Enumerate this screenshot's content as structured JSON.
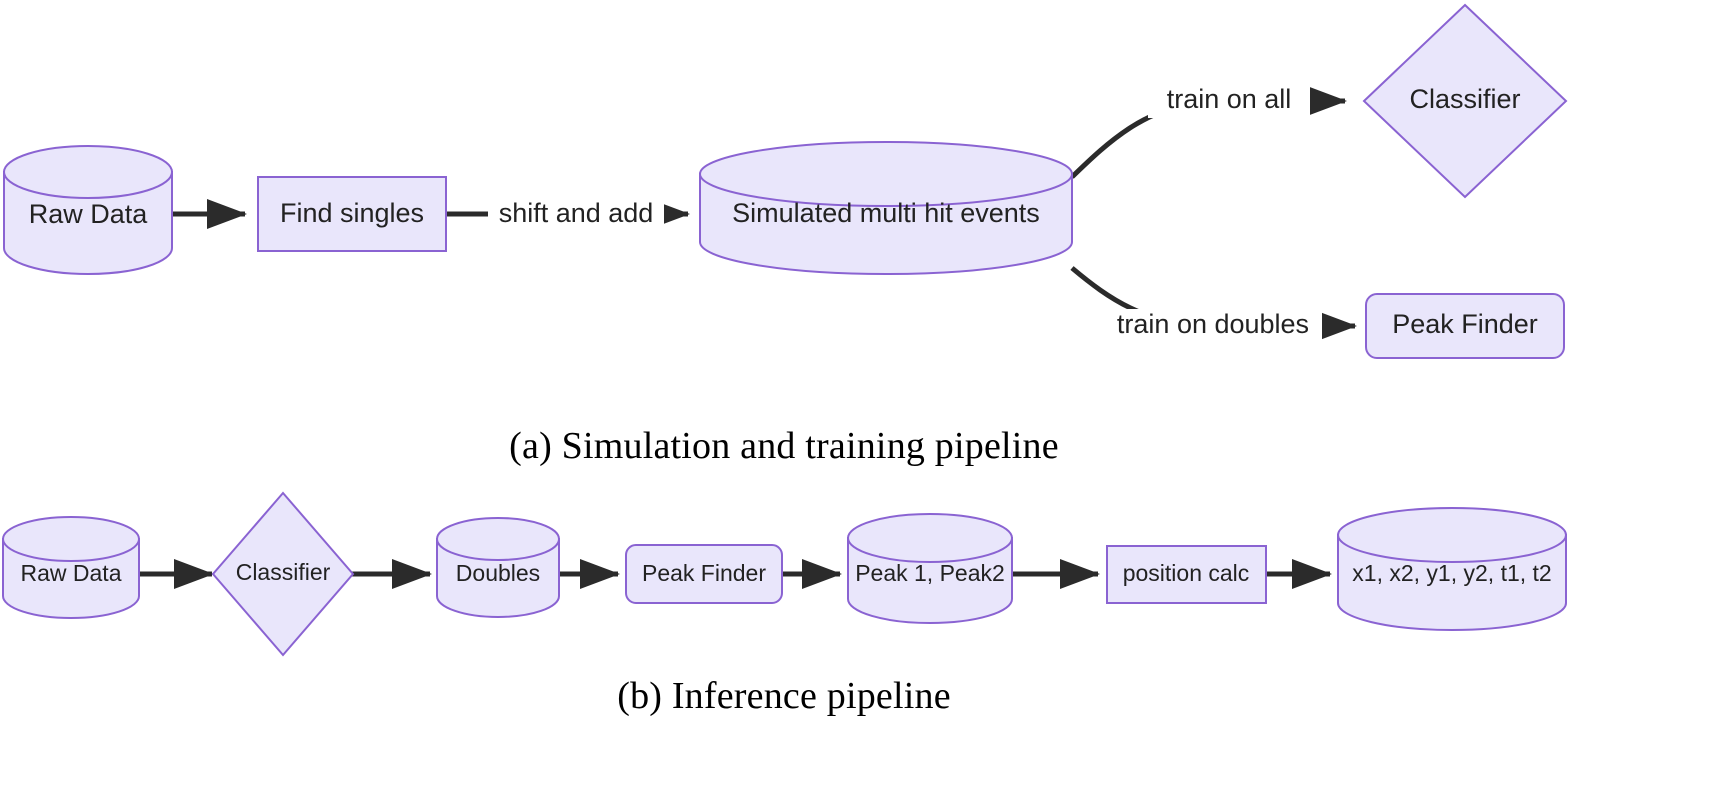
{
  "figure": {
    "panels": [
      {
        "id": "a",
        "caption": "(a)  Simulation and training pipeline",
        "nodes": [
          {
            "id": "raw_data_a",
            "label": "Raw Data",
            "shape": "cylinder"
          },
          {
            "id": "find_singles",
            "label": "Find singles",
            "shape": "rect"
          },
          {
            "id": "sim_events",
            "label": "Simulated multi hit events",
            "shape": "cylinder"
          },
          {
            "id": "classifier_a",
            "label": "Classifier",
            "shape": "diamond"
          },
          {
            "id": "peak_finder_a",
            "label": "Peak Finder",
            "shape": "rounded-rect"
          }
        ],
        "edges": [
          {
            "from": "raw_data_a",
            "to": "find_singles",
            "label": ""
          },
          {
            "from": "find_singles",
            "to": "sim_events",
            "label": "shift and add"
          },
          {
            "from": "sim_events",
            "to": "classifier_a",
            "label": "train on all"
          },
          {
            "from": "sim_events",
            "to": "peak_finder_a",
            "label": "train on doubles"
          }
        ]
      },
      {
        "id": "b",
        "caption": "(b)  Inference pipeline",
        "nodes": [
          {
            "id": "raw_data_b",
            "label": "Raw Data",
            "shape": "cylinder"
          },
          {
            "id": "classifier_b",
            "label": "Classifier",
            "shape": "diamond"
          },
          {
            "id": "doubles",
            "label": "Doubles",
            "shape": "cylinder"
          },
          {
            "id": "peak_finder_b",
            "label": "Peak Finder",
            "shape": "rounded-rect"
          },
          {
            "id": "peaks",
            "label": "Peak 1, Peak2",
            "shape": "cylinder"
          },
          {
            "id": "position_calc",
            "label": "position calc",
            "shape": "rect"
          },
          {
            "id": "coords",
            "label": "x1, x2, y1, y2, t1, t2",
            "shape": "cylinder"
          }
        ],
        "edges": [
          {
            "from": "raw_data_b",
            "to": "classifier_b",
            "label": ""
          },
          {
            "from": "classifier_b",
            "to": "doubles",
            "label": ""
          },
          {
            "from": "doubles",
            "to": "peak_finder_b",
            "label": ""
          },
          {
            "from": "peak_finder_b",
            "to": "peaks",
            "label": ""
          },
          {
            "from": "peaks",
            "to": "position_calc",
            "label": ""
          },
          {
            "from": "position_calc",
            "to": "coords",
            "label": ""
          }
        ]
      }
    ],
    "colors": {
      "node_fill": "#e9e6fb",
      "node_stroke": "#8a63d2",
      "edge": "#2b2b2b",
      "text": "#222222",
      "background": "#ffffff"
    }
  }
}
